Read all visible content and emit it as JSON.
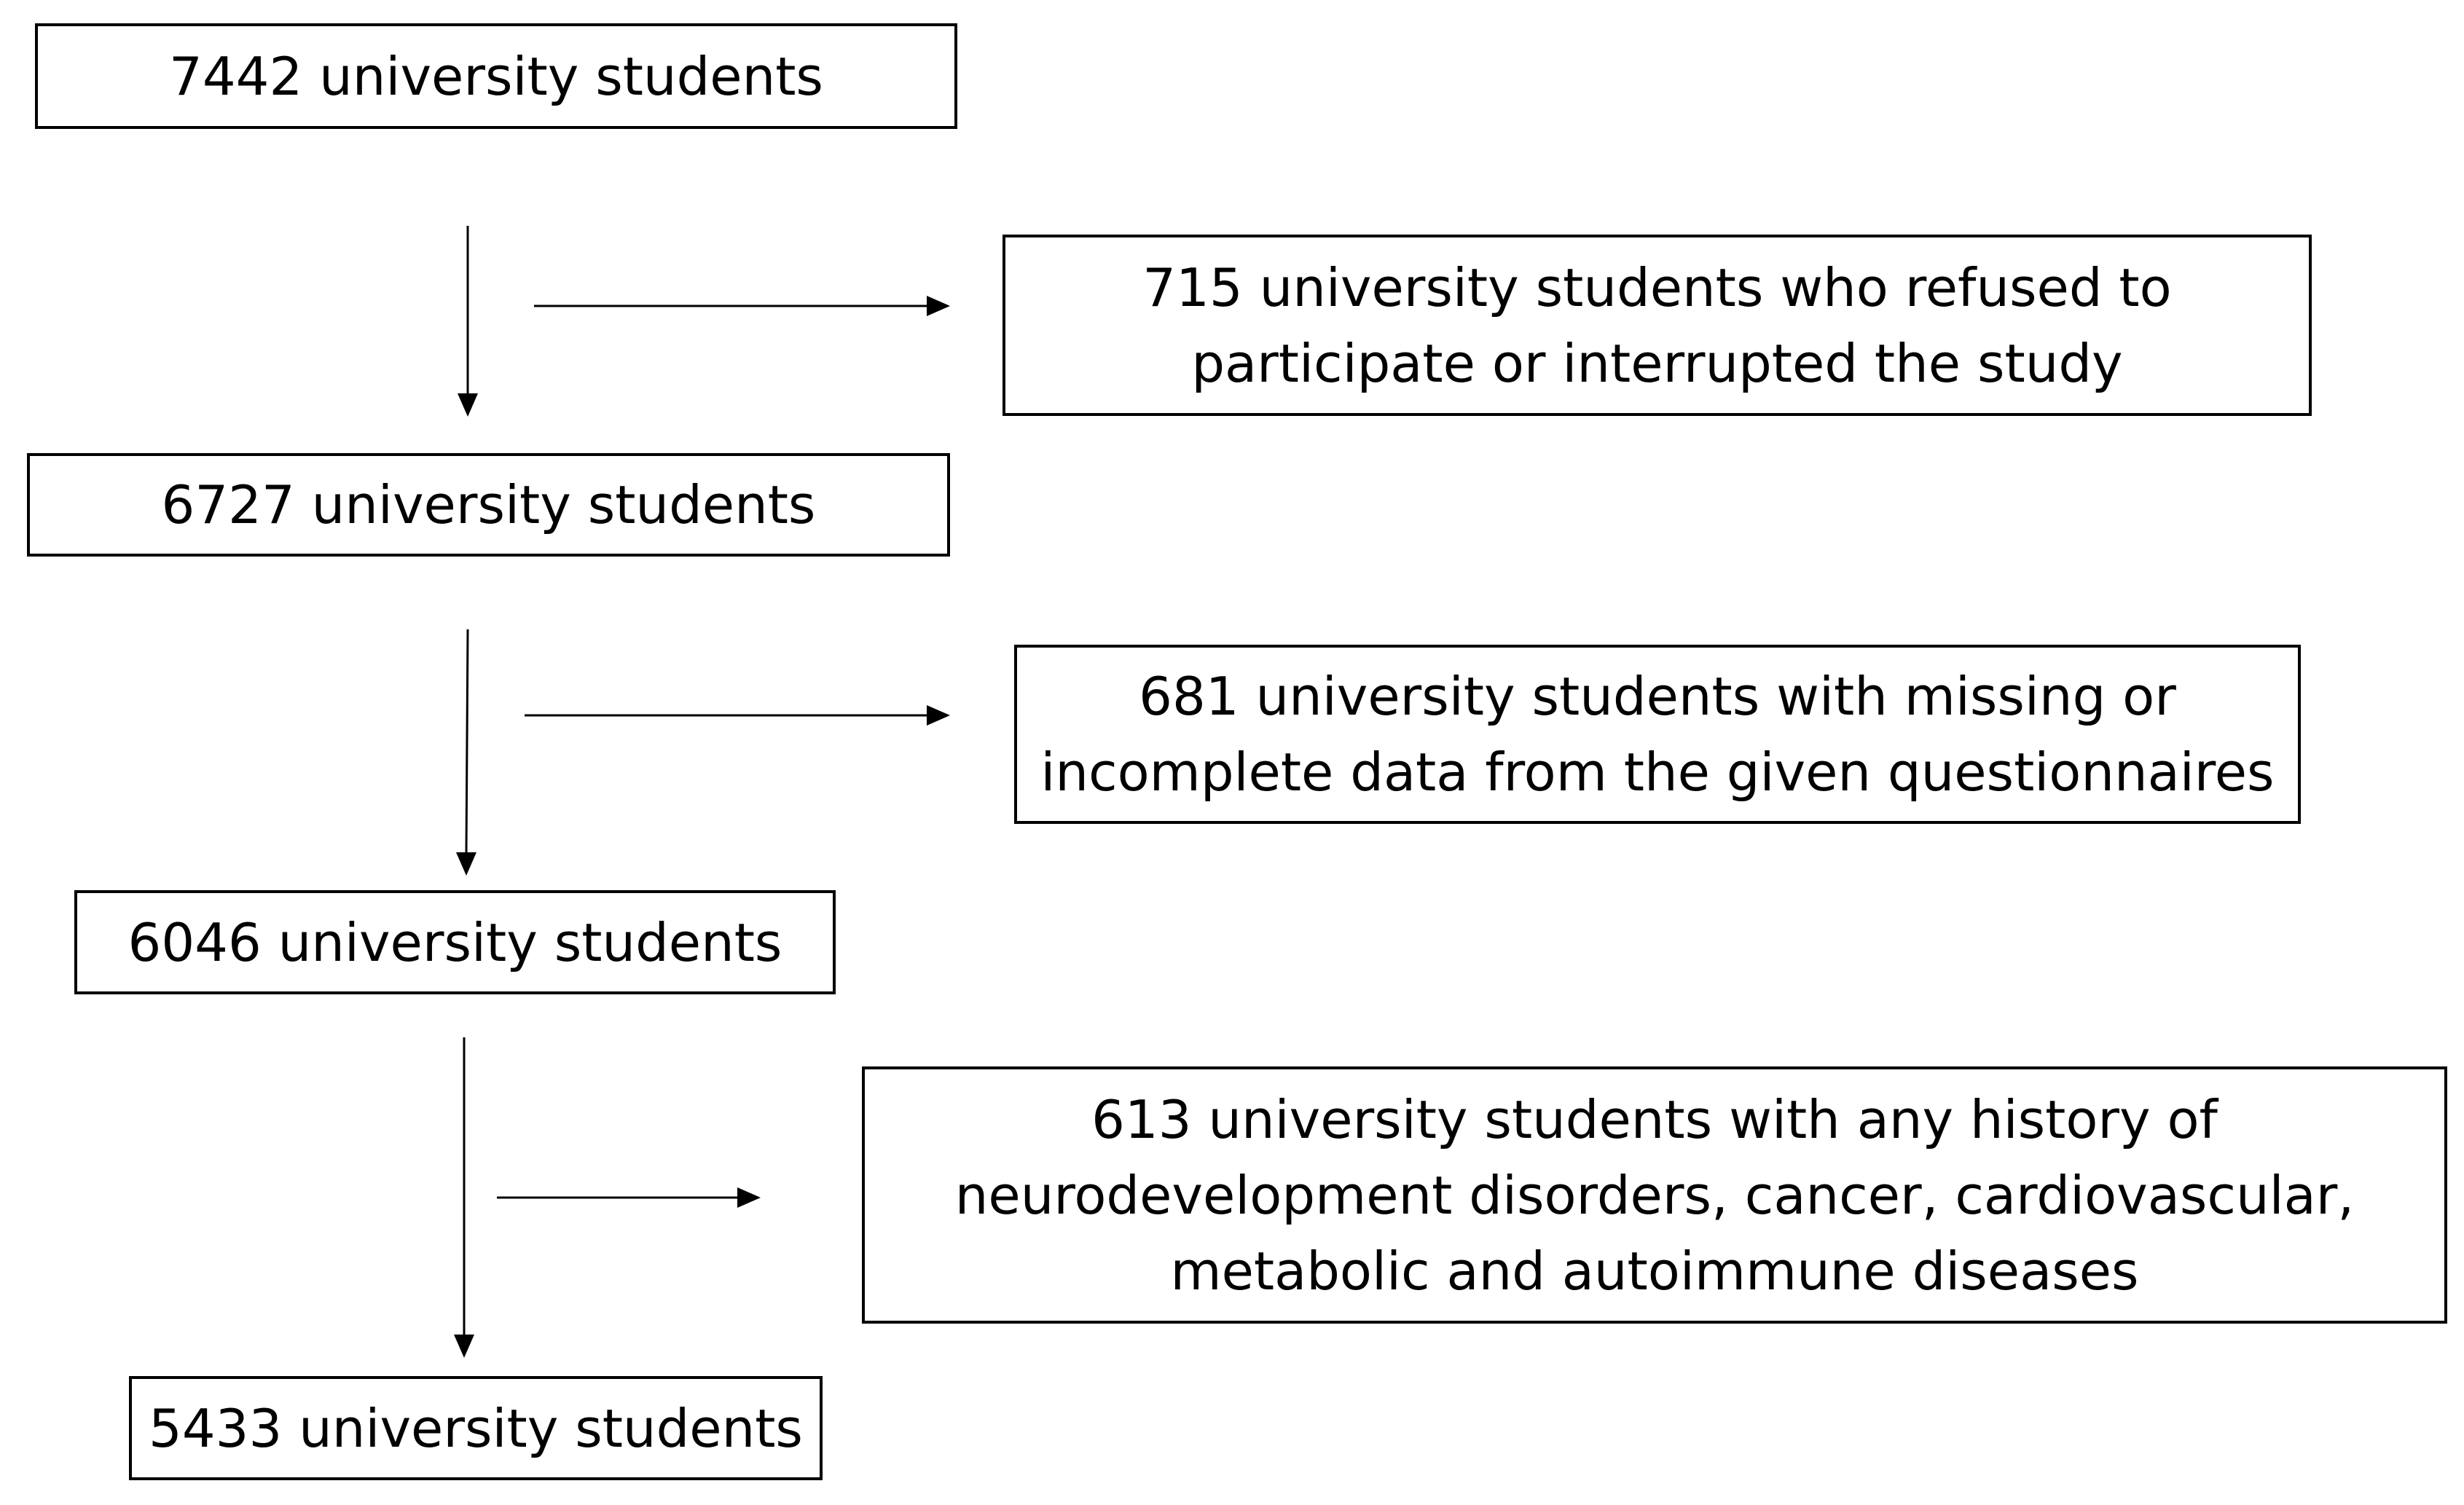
{
  "flowchart": {
    "stages": [
      {
        "label": "7442 university students"
      },
      {
        "label": "6727 university students"
      },
      {
        "label": "6046 university students"
      },
      {
        "label": "5433 university students"
      }
    ],
    "exclusions": [
      {
        "lines": [
          "715  university students who refused to",
          "participate or interrupted the study"
        ]
      },
      {
        "lines": [
          "681 university students with missing or",
          "incomplete data from the given questionnaires"
        ]
      },
      {
        "lines": [
          "613 university students with any history of",
          "neurodevelopment  disorders, cancer, cardiovascular,",
          "metabolic and autoimmune  diseases"
        ]
      }
    ]
  }
}
